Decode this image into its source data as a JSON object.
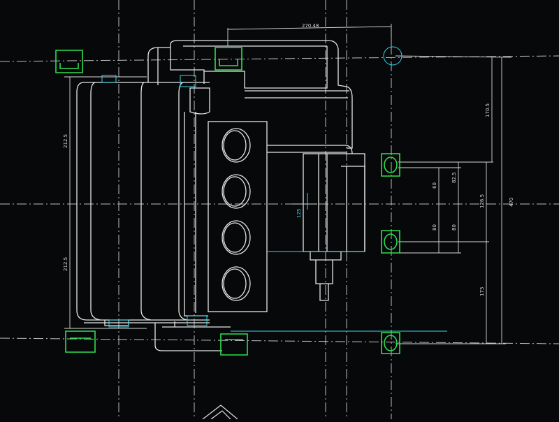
{
  "colors": {
    "background": "#07080a",
    "outline": "#e6e6e6",
    "center_line": "#bdbdbd",
    "dimension": "#d8d8d8",
    "highlight": "#2ee04f",
    "cyan": "#3ad7e8"
  },
  "drawing": {
    "dimensions": {
      "top_span": "270.48",
      "right_upper": "170.5",
      "right_overall": "470",
      "right_middle": "126.5",
      "right_lower": "173",
      "inner_upper_a": "60",
      "inner_upper_b": "82.5",
      "inner_lower_a": "80",
      "inner_lower_b": "80",
      "left_upper": "212.5",
      "left_lower": "212.5",
      "center_small": "125"
    }
  }
}
